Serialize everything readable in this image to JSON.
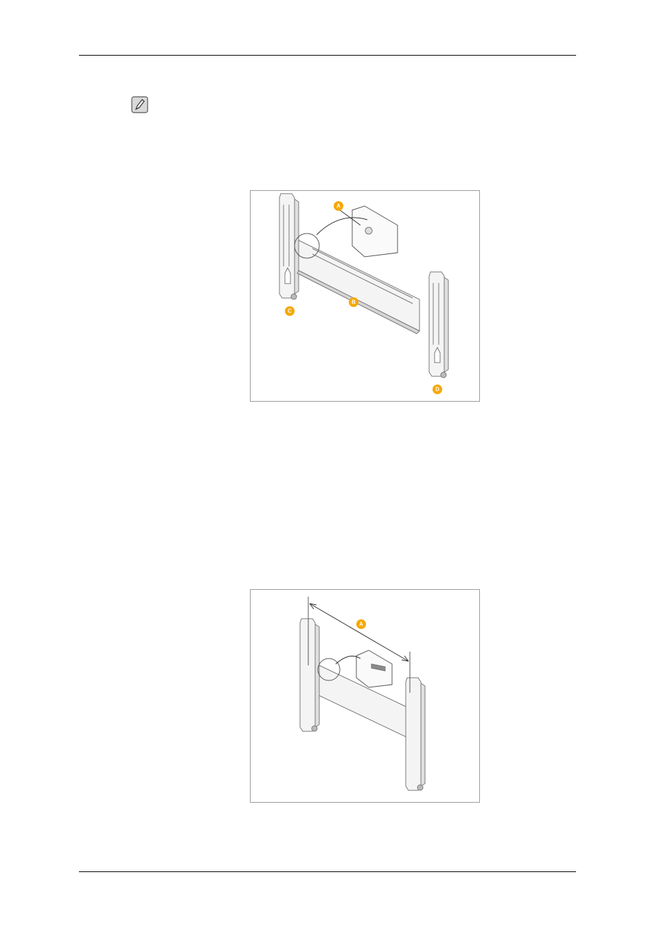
{
  "figure1": {
    "callouts": [
      "A",
      "B",
      "C",
      "D"
    ],
    "callout_color": "#f5a800"
  },
  "figure2": {
    "callouts": [
      "A"
    ],
    "callout_color": "#f5a800"
  },
  "icons": {
    "note": "note-pencil-icon"
  }
}
